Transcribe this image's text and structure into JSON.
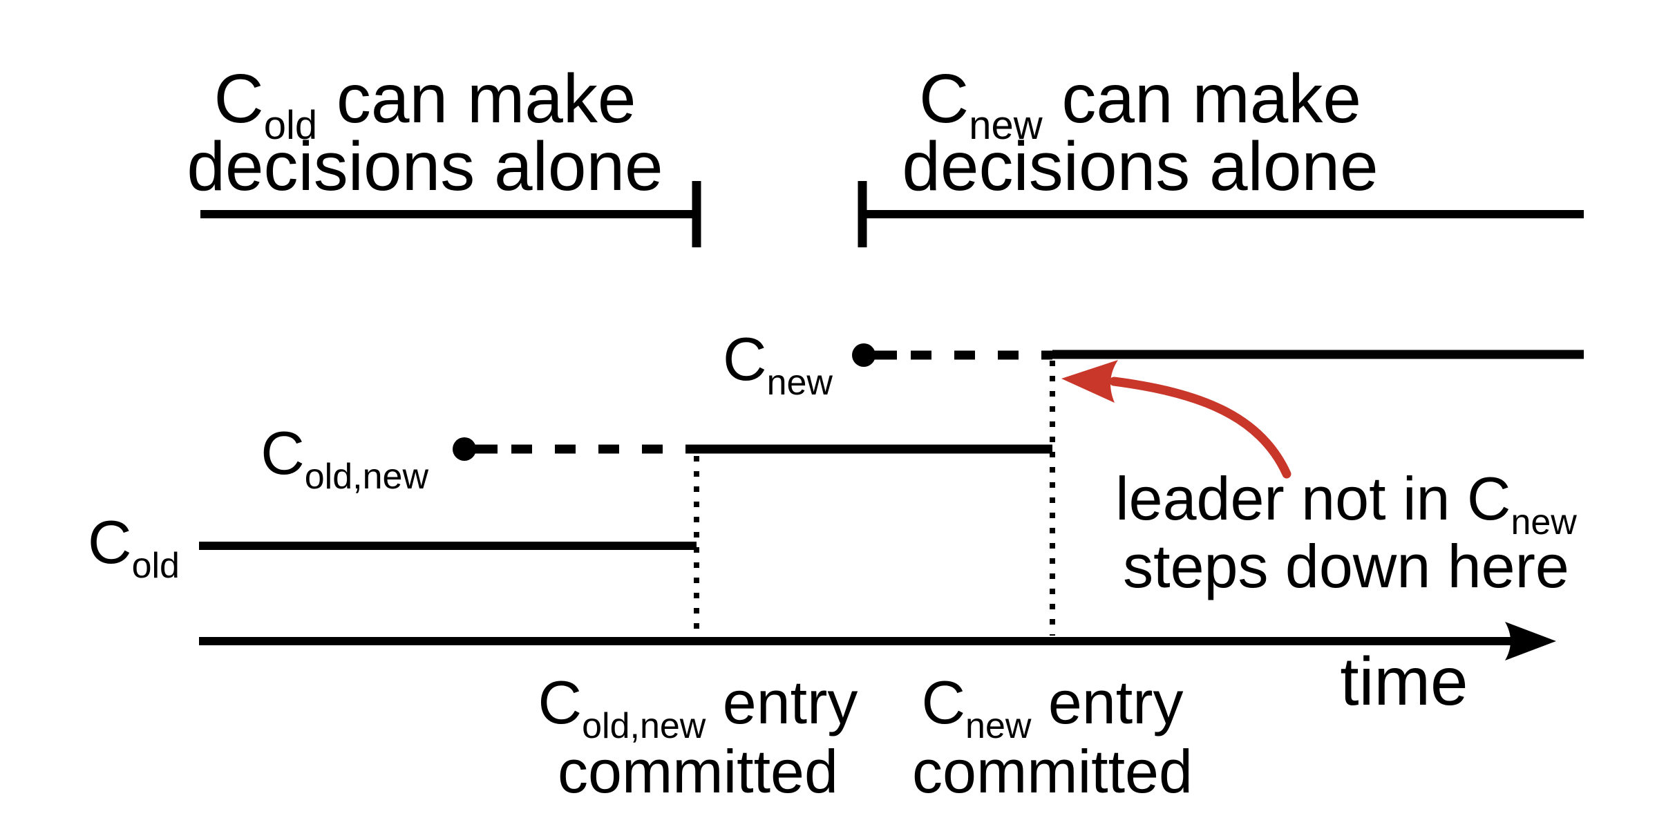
{
  "figure": {
    "colors": {
      "ink": "#000000",
      "accent_red": "#c9362a",
      "background": "#ffffff"
    },
    "headings": {
      "left": {
        "c": "C",
        "sub": "old",
        "rest": " can make",
        "line2": "decisions alone"
      },
      "right": {
        "c": "C",
        "sub": "new",
        "rest": " can make",
        "line2": "decisions alone"
      }
    },
    "rows": {
      "cnew": {
        "c": "C",
        "sub": "new"
      },
      "coldnew": {
        "c": "C",
        "sub": "old,new"
      },
      "cold": {
        "c": "C",
        "sub": "old"
      }
    },
    "annotations": {
      "leader": {
        "line1_pre": "leader not in ",
        "c": "C",
        "sub": "new",
        "line2": "steps down here"
      },
      "commit_oldnew": {
        "c": "C",
        "sub": "old,new",
        "rest": " entry",
        "line2": "committed"
      },
      "commit_new": {
        "c": "C",
        "sub": "new",
        "rest": " entry",
        "line2": "committed"
      },
      "axis_label": "time"
    }
  }
}
